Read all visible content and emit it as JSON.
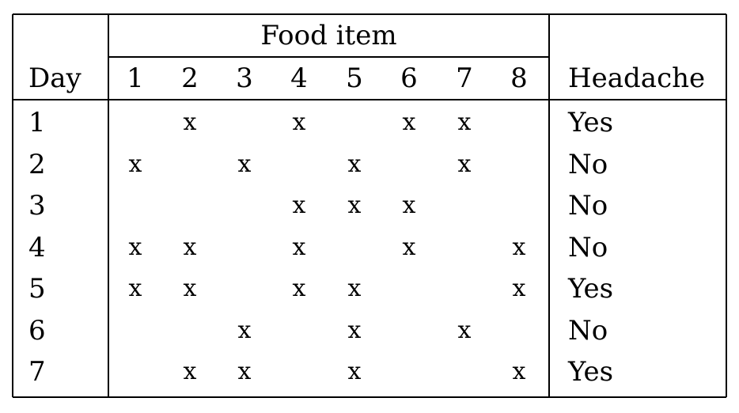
{
  "table": {
    "group_header": "Food item",
    "day_header": "Day",
    "headache_header": "Headache",
    "food_items": [
      "1",
      "2",
      "3",
      "4",
      "5",
      "6",
      "7",
      "8"
    ],
    "mark_symbol": "x",
    "rows": [
      {
        "day": "1",
        "marks": [
          "",
          "x",
          "",
          "x",
          "",
          "x",
          "x",
          ""
        ],
        "headache": "Yes"
      },
      {
        "day": "2",
        "marks": [
          "x",
          "",
          "x",
          "",
          "x",
          "",
          "x",
          ""
        ],
        "headache": "No"
      },
      {
        "day": "3",
        "marks": [
          "",
          "",
          "",
          "x",
          "x",
          "x",
          "",
          ""
        ],
        "headache": "No"
      },
      {
        "day": "4",
        "marks": [
          "x",
          "x",
          "",
          "x",
          "",
          "x",
          "",
          "x"
        ],
        "headache": "No"
      },
      {
        "day": "5",
        "marks": [
          "x",
          "x",
          "",
          "x",
          "x",
          "",
          "",
          "x"
        ],
        "headache": "Yes"
      },
      {
        "day": "6",
        "marks": [
          "",
          "",
          "x",
          "",
          "x",
          "",
          "x",
          ""
        ],
        "headache": "No"
      },
      {
        "day": "7",
        "marks": [
          "",
          "x",
          "x",
          "",
          "x",
          "",
          "",
          "x"
        ],
        "headache": "Yes"
      }
    ]
  }
}
